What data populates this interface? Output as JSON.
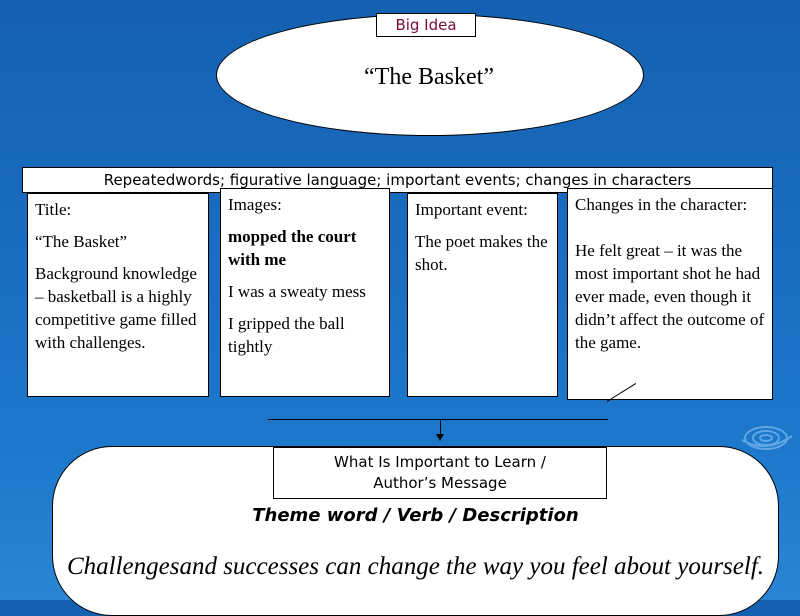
{
  "big_idea": {
    "label": "Big Idea",
    "text": "“The Basket”"
  },
  "banner": {
    "text": "Repeatedwords; figurative language; important events; changes in characters"
  },
  "boxes": {
    "title": {
      "heading": "Title:",
      "title_value": "“The Basket”",
      "background": "Background knowledge – basketball is a highly competitive game filled with challenges."
    },
    "images": {
      "heading": "Images:",
      "line1": "mopped the court with me",
      "line2": "I was a sweaty mess",
      "line3": "I gripped the ball tightly"
    },
    "event": {
      "heading": "Important event:",
      "text": "The poet makes the shot."
    },
    "changes": {
      "heading": "Changes in the character:",
      "text": "He felt great – it was the most important shot he had ever made, even though it didn’t affect the outcome of the game."
    }
  },
  "bottom": {
    "label_line1": "What Is Important to Learn /",
    "label_line2": "Author’s Message",
    "theme_heading": "Theme word / Verb / Description",
    "message": "Challengesand successes can change the way you feel about yourself."
  }
}
